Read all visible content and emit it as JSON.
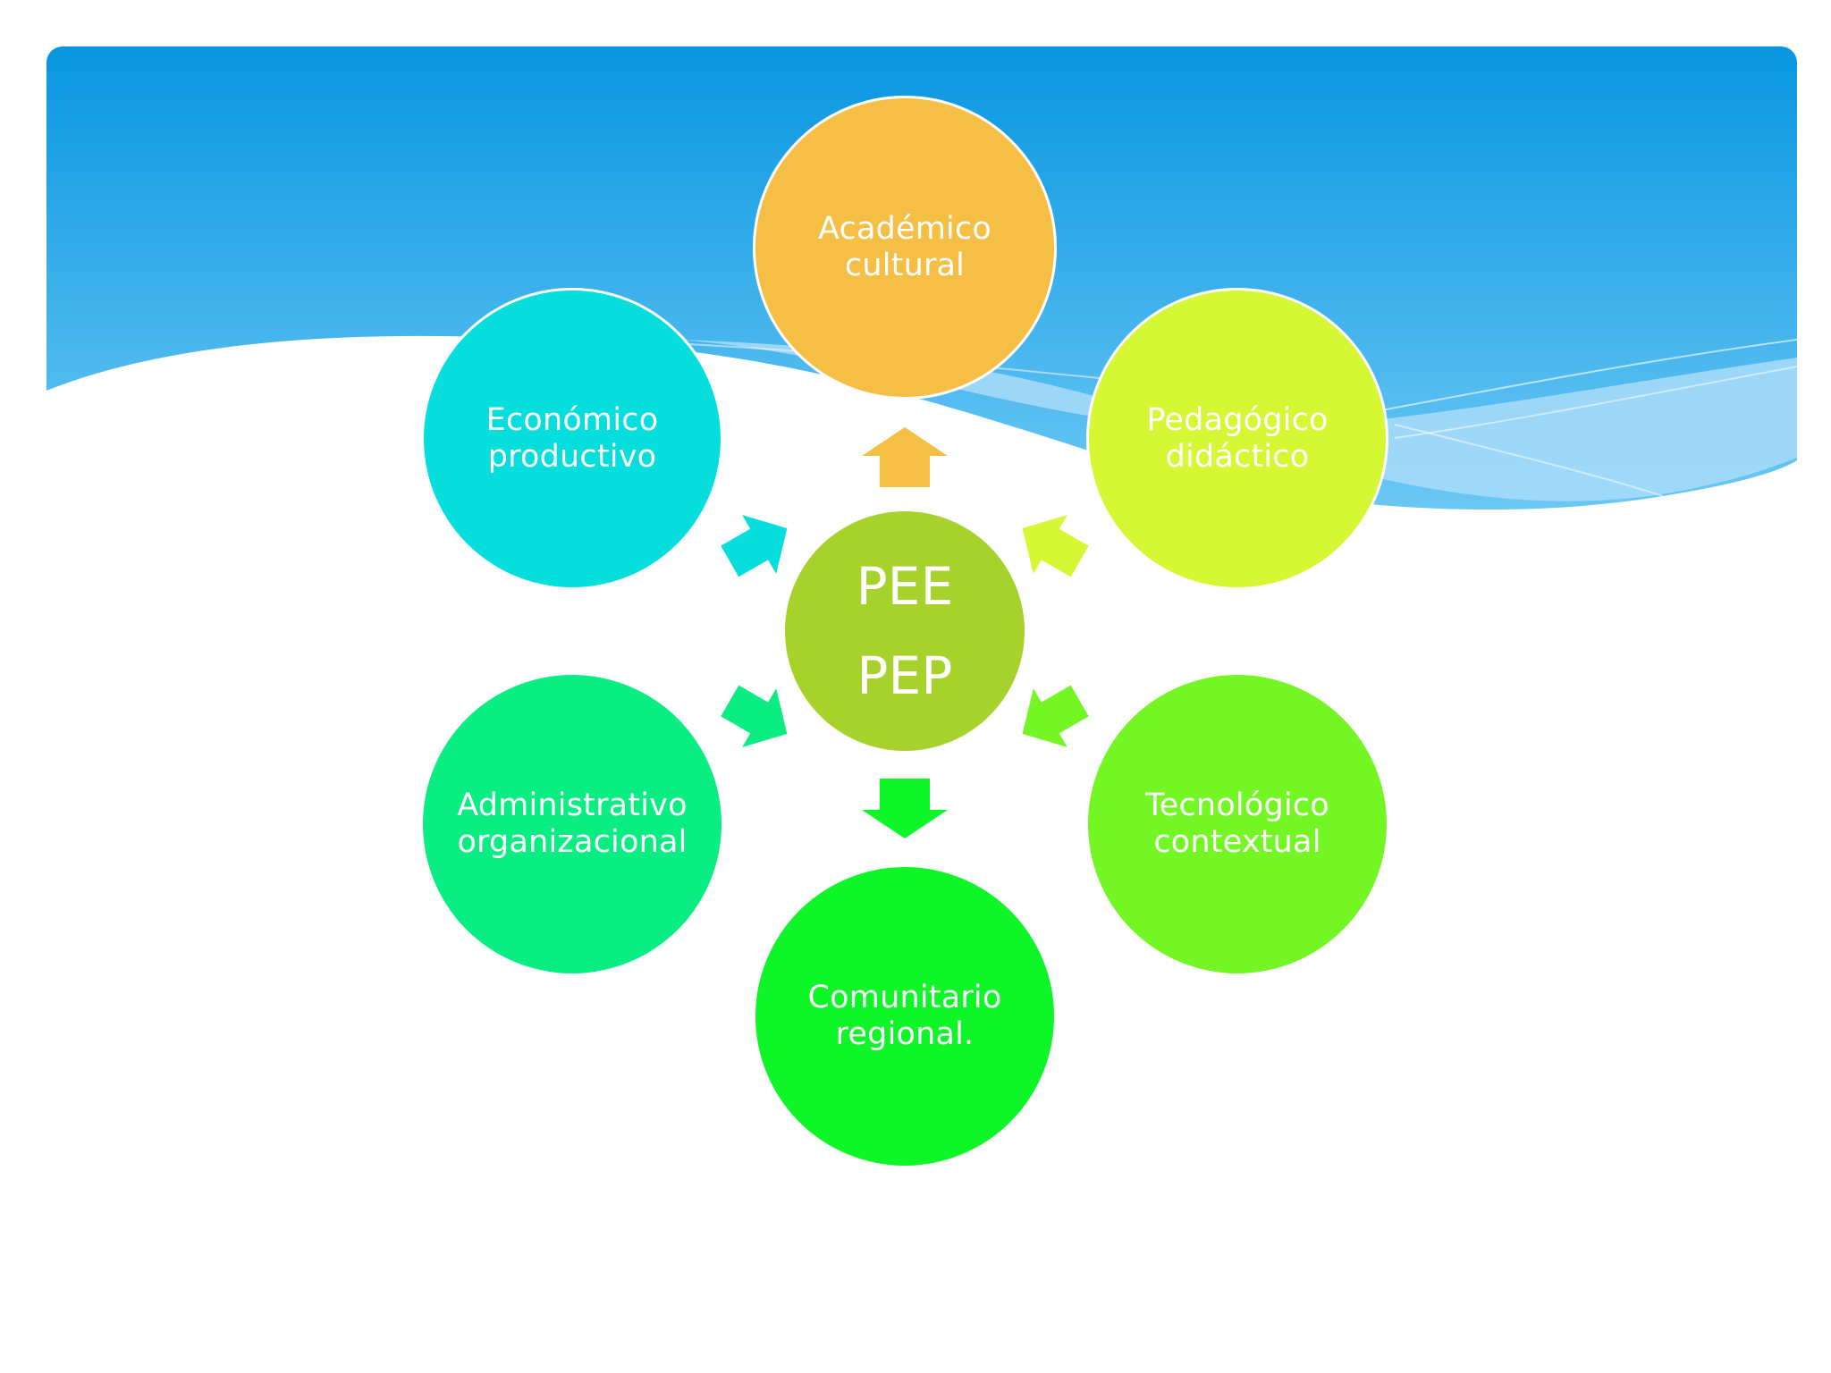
{
  "center": {
    "line1": "PEE",
    "line2": "PEP",
    "color": "#a7d12b"
  },
  "nodes": [
    {
      "line1": "Académico",
      "line2": "cultural",
      "color": "#f4bf44"
    },
    {
      "line1": "Pedagógico",
      "line2": "didáctico",
      "color": "#d5f734"
    },
    {
      "line1": "Tecnológico",
      "line2": "contextual",
      "color": "#74f624"
    },
    {
      "line1": "Comunitario",
      "line2": "regional.",
      "color": "#0ef528"
    },
    {
      "line1": "Administrativo",
      "line2": "organizacional",
      "color": "#0aed82"
    },
    {
      "line1": "Económico",
      "line2": "productivo",
      "color": "#06dedd"
    }
  ],
  "theme": {
    "sky_top": "#0896e0",
    "sky_bottom": "#63c3f3",
    "wave_light": "#a7dbf8"
  }
}
